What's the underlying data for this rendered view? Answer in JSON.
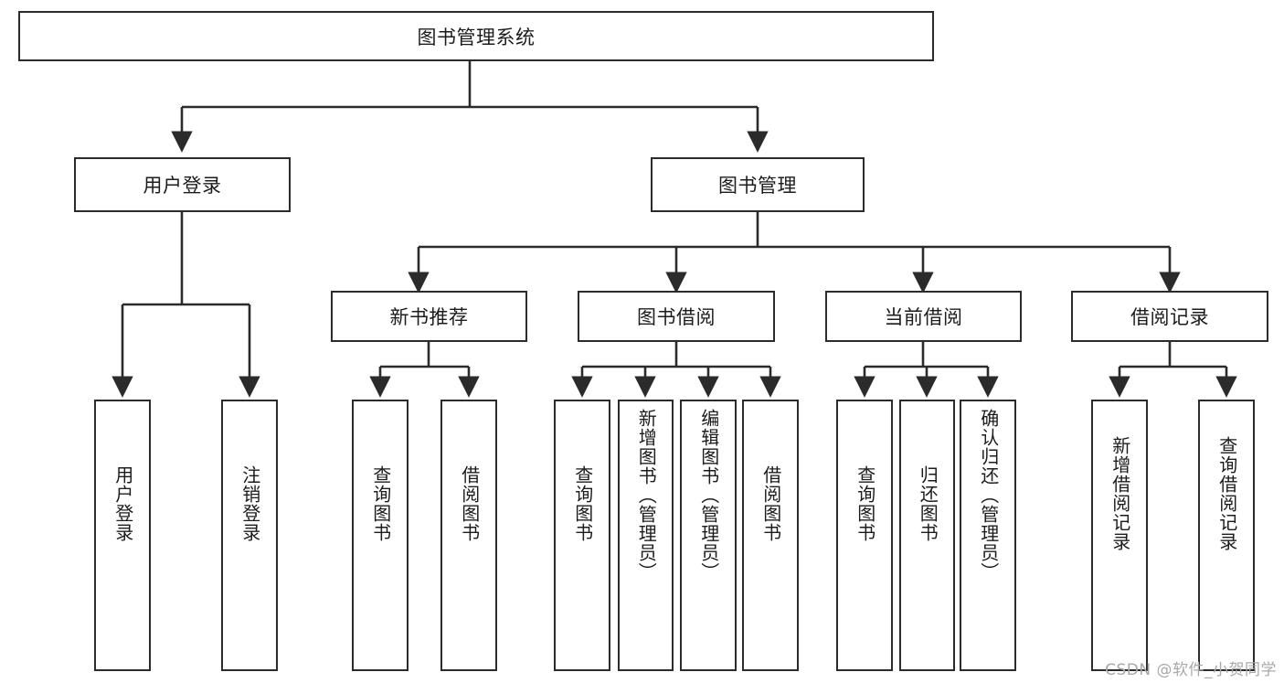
{
  "diagram": {
    "title_node": {
      "label": "图书管理系统"
    },
    "level1": [
      {
        "id": "user-login",
        "label": "用户登录"
      },
      {
        "id": "book-management",
        "label": "图书管理"
      }
    ],
    "level2": [
      {
        "id": "new-book-recommend",
        "label": "新书推荐"
      },
      {
        "id": "book-borrow",
        "label": "图书借阅"
      },
      {
        "id": "current-borrow",
        "label": "当前借阅"
      },
      {
        "id": "borrow-record",
        "label": "借阅记录"
      }
    ],
    "leaves": [
      {
        "id": "leaf-user-login",
        "label": "用户登录"
      },
      {
        "id": "leaf-logout-login",
        "label": "注销登录"
      },
      {
        "id": "leaf-query-book-1",
        "label": "查询图书"
      },
      {
        "id": "leaf-borrow-book-1",
        "label": "借阅图书"
      },
      {
        "id": "leaf-query-book-2",
        "label": "查询图书"
      },
      {
        "id": "leaf-add-book-admin",
        "label": "新增图书（管理员）"
      },
      {
        "id": "leaf-edit-book-admin",
        "label": "编辑图书（管理员）"
      },
      {
        "id": "leaf-borrow-book-2",
        "label": "借阅图书"
      },
      {
        "id": "leaf-query-book-3",
        "label": "查询图书"
      },
      {
        "id": "leaf-return-book",
        "label": "归还图书"
      },
      {
        "id": "leaf-confirm-return-admin",
        "label": "确认归还（管理员）"
      },
      {
        "id": "leaf-add-borrow-record",
        "label": "新增借阅记录"
      },
      {
        "id": "leaf-query-borrow-record",
        "label": "查询借阅记录"
      }
    ],
    "watermark": "CSDN @软件_小贺同学",
    "colors": {
      "stroke": "#2b2b2b",
      "fill": "#ffffff",
      "text": "#1c1c1c",
      "watermark": "#a8a8a8"
    }
  }
}
